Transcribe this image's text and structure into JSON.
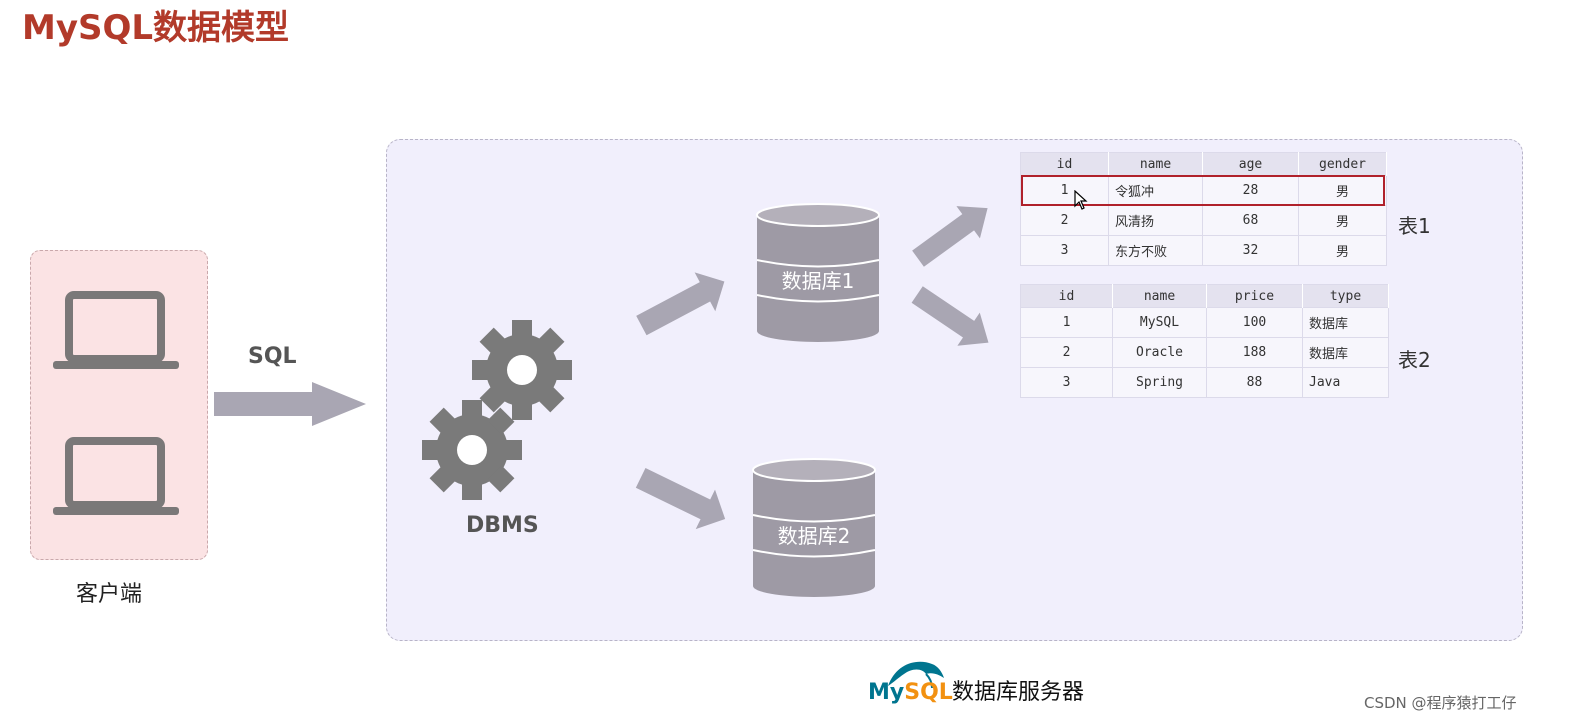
{
  "title": "MySQL数据模型",
  "client": {
    "label": "客户端",
    "devices": [
      "laptop-icon",
      "laptop-icon"
    ]
  },
  "arrow_label": "SQL",
  "dbms": {
    "label": "DBMS",
    "icons": [
      "gear-icon",
      "gear-icon"
    ]
  },
  "databases": [
    {
      "label": "数据库1"
    },
    {
      "label": "数据库2"
    }
  ],
  "tables": [
    {
      "label": "表1",
      "columns": [
        "id",
        "name",
        "age",
        "gender"
      ],
      "rows": [
        [
          "1",
          "令狐冲",
          "28",
          "男"
        ],
        [
          "2",
          "风清扬",
          "68",
          "男"
        ],
        [
          "3",
          "东方不败",
          "32",
          "男"
        ]
      ],
      "highlighted_row": 0
    },
    {
      "label": "表2",
      "columns": [
        "id",
        "name",
        "price",
        "type"
      ],
      "rows": [
        [
          "1",
          "MySQL",
          "100",
          "数据库"
        ],
        [
          "2",
          "Oracle",
          "188",
          "数据库"
        ],
        [
          "3",
          "Spring",
          "88",
          "Java"
        ]
      ]
    }
  ],
  "server": {
    "logo_text_my": "My",
    "logo_text_sql": "SQL",
    "label": "数据库服务器"
  },
  "watermark": "CSDN @程序猿打工仔",
  "colors": {
    "title": "#b23a2a",
    "client_bg": "#fbe3e4",
    "server_bg": "#f1effc",
    "arrow": "#a9a6b3",
    "cylinder": "#9e9aa5",
    "gear": "#7a7a7a",
    "laptop": "#7a7878",
    "highlight": "#b0212b",
    "logo_blue": "#00758f",
    "logo_orange": "#f29111"
  }
}
